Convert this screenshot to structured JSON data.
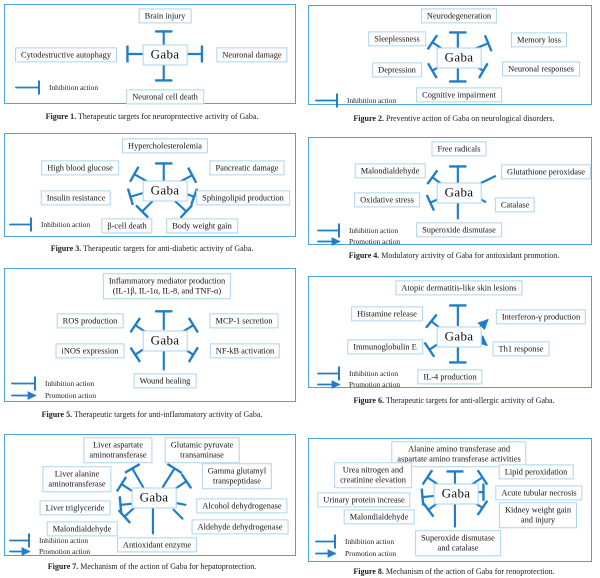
{
  "colors": {
    "panel_border": "#4aa4dc",
    "node_border": "#aed4ee",
    "connector": "#1e7ec8",
    "text": "#1a1a1a"
  },
  "legend": {
    "inhibition": "Inhibition action",
    "promotion": "Promotion action"
  },
  "figures": [
    {
      "num": "Figure 1.",
      "caption": "Therapeutic targets for neuroprotective activity of Gaba.",
      "gaba": "Gaba",
      "nodes": {
        "top": "Brain injury",
        "left": "Cytodestructive autophagy",
        "right": "Neuronal damage",
        "bottom": "Neuronal cell death"
      }
    },
    {
      "num": "Figure 2.",
      "caption": "Preventive action of Gaba on neurological disorders.",
      "gaba": "Gaba",
      "nodes": {
        "top": "Neurodegeneration",
        "left1": "Sleeplessness",
        "right1": "Memory loss",
        "left2": "Depression",
        "right2": "Neuronal responses",
        "bottom": "Cognitive impairment"
      }
    },
    {
      "num": "Figure 3.",
      "caption": "Therapeutic targets for anti-diabetic activity of Gaba.",
      "gaba": "Gaba",
      "nodes": {
        "top": "Hypercholesterolemia",
        "left1": "High blood glucose",
        "right1": "Pancreatic damage",
        "left2": "Insulin resistance",
        "right2": "Sphingolipid production",
        "bottom1": "β-cell death",
        "bottom2": "Body weight gain"
      }
    },
    {
      "num": "Figure 4.",
      "caption": "Modulatory activity of Gaba for antioxidant promotion.",
      "gaba": "Gaba",
      "nodes": {
        "top": "Free radicals",
        "left1": "Malondialdehyde",
        "right1": "Glutathione peroxidase",
        "left2": "Oxidative stress",
        "right2": "Catalase",
        "bottom": "Superoxide dismutase"
      }
    },
    {
      "num": "Figure 5.",
      "caption": "Therapeutic targets for anti-inflammatory activity of Gaba.",
      "gaba": "Gaba",
      "nodes": {
        "top": "Inflammatory mediator production\n(IL-1β, IL-1α, IL-8, and TNF-α)",
        "left1": "ROS production",
        "right1": "MCP-1 secretion",
        "left2": "iNOS expression",
        "right2": "NF-kB activation",
        "bottom": "Wound healing"
      }
    },
    {
      "num": "Figure 6.",
      "caption": "Therapeutic targets for anti-allergic activity of Gaba.",
      "gaba": "Gaba",
      "nodes": {
        "top": "Atopic dermatitis-like skin lesions",
        "left1": "Histamine release",
        "right1": "Interferon-γ production",
        "left2": "Immunoglobulin E",
        "right2": "Th1 response",
        "bottom": "IL-4 production"
      }
    },
    {
      "num": "Figure 7.",
      "caption": "Mechanism of the action of Gaba for hepatoprotection.",
      "gaba": "Gaba",
      "nodes": {
        "top1": "Liver aspartate\naminotransferase",
        "top2": "Glutamic pyruvate\ntransaminase",
        "left1": "Liver alanine\naminotransferase",
        "left2": "Liver triglyceride",
        "left3": "Malondialdehyde",
        "right1": "Gamma glutamyl\ntranspeptidase",
        "right2": "Alcohol dehydrogenase",
        "right3": "Aldehyde dehydrogenase",
        "bottom": "Antioxidant enzyme"
      }
    },
    {
      "num": "Figure 8.",
      "caption": "Mechanism of the action of Gaba for renoprotection.",
      "gaba": "Gaba",
      "nodes": {
        "top": "Alanine amino transferase and\naspartate amino transferase activities",
        "left1": "Urea nitrogen and\ncreatinine elevation",
        "left2": "Urinary protein increase",
        "left3": "Malondialdehyde",
        "right1": "Lipid peroxidation",
        "right2": "Acute tubular necrosis",
        "right3": "Kidney weight gain\nand injury",
        "bottom": "Superoxide dismutase\nand catalase"
      }
    }
  ]
}
